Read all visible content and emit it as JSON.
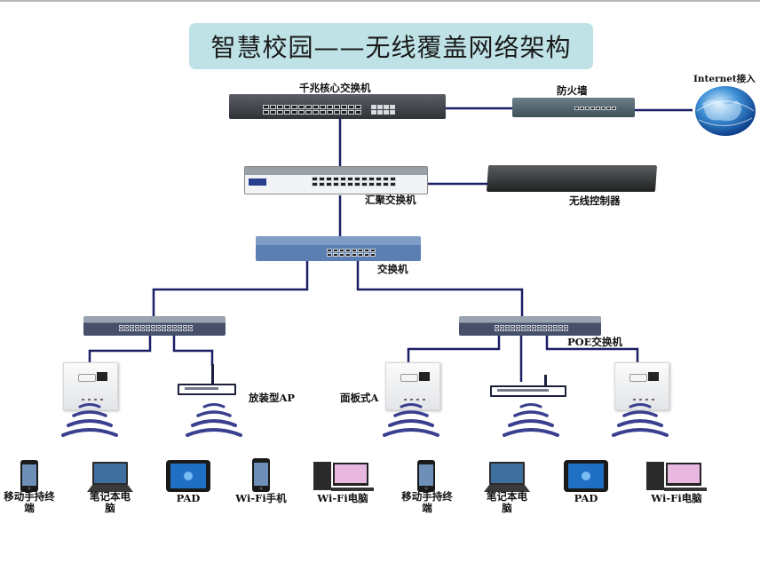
{
  "title": "智慧校园——无线覆盖网络架构",
  "colors": {
    "title_bg": "#bfe2e6",
    "link_line": "#1b1f66",
    "wave": "#3a3f8f"
  },
  "nodes": {
    "core_switch": {
      "label": "千兆核心交换机",
      "icon": "rack-switch-icon"
    },
    "firewall": {
      "label": "防火墙",
      "icon": "firewall-icon"
    },
    "internet": {
      "label": "Internet接入",
      "icon": "globe-icon"
    },
    "aggregation_switch": {
      "label": "汇聚交换机",
      "icon": "rack-switch-icon"
    },
    "wireless_controller": {
      "label": "无线控制器",
      "icon": "controller-icon"
    },
    "access_switch": {
      "label": "交换机",
      "icon": "rack-switch-icon"
    },
    "left_poe_switch": {
      "label": "",
      "icon": "rack-switch-icon"
    },
    "right_poe_switch": {
      "label": "POE交换机",
      "icon": "rack-switch-icon"
    },
    "ceiling_ap": {
      "label": "放装型AP"
    },
    "panel_ap": {
      "label": "面板式A"
    }
  },
  "clients": [
    {
      "label": "移动手持终\n端",
      "icon": "smartphone-icon"
    },
    {
      "label": "笔记本电\n脑",
      "icon": "laptop-icon"
    },
    {
      "label": "PAD",
      "icon": "tablet-icon"
    },
    {
      "label": "Wi-Fi手机",
      "icon": "smartphone-icon"
    },
    {
      "label": "Wi-Fi电脑",
      "icon": "desktop-pc-icon"
    },
    {
      "label": "移动手持终\n端",
      "icon": "smartphone-icon"
    },
    {
      "label": "笔记本电\n脑",
      "icon": "laptop-icon"
    },
    {
      "label": "PAD",
      "icon": "tablet-icon"
    },
    {
      "label": "Wi-Fi电脑",
      "icon": "desktop-pc-icon"
    }
  ]
}
